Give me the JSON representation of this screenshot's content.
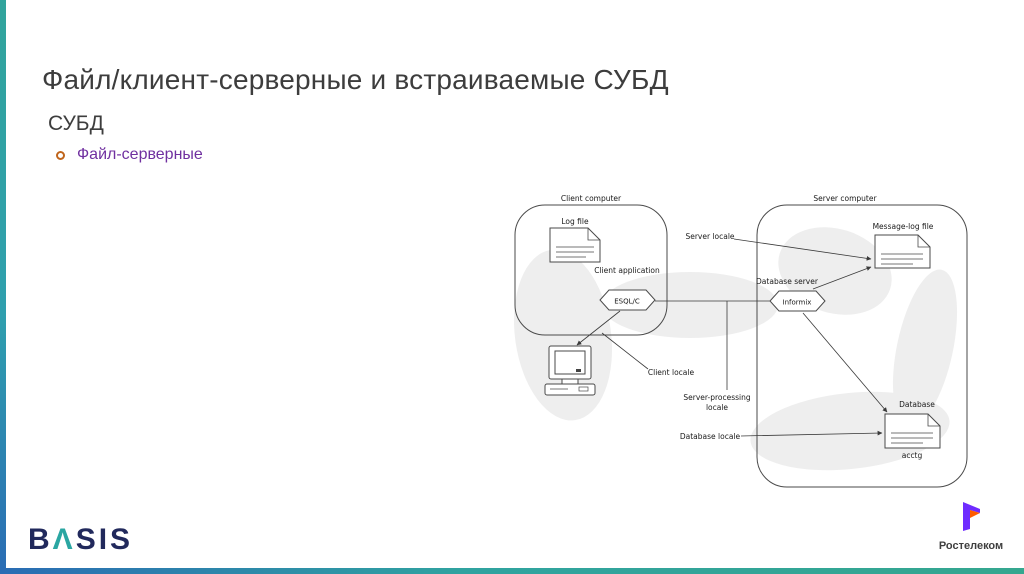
{
  "slide": {
    "title": "Файл/клиент-серверные и встраиваемые СУБД",
    "subtitle": "СУБД",
    "bullet_label": "Файл-серверные"
  },
  "diagram": {
    "client_computer": "Client computer",
    "log_file": "Log file",
    "client_application": "Client application",
    "esql": "ESQL/C",
    "server_computer": "Server computer",
    "message_log_file": "Message-log file",
    "database_server": "Database server",
    "informix": "Informix",
    "database": "Database",
    "database_name": "acctg",
    "server_locale": "Server locale",
    "client_locale": "Client locale",
    "server_processing_line1": "Server-processing",
    "server_processing_line2": "locale",
    "database_locale": "Database locale"
  },
  "footer": {
    "basis_b": "B",
    "basis_a": "Λ",
    "basis_sis": "SIS",
    "rostelecom": "Ростелеком"
  },
  "colors": {
    "accent_teal": "#2fa3a8",
    "accent_blue": "#2b6fb5",
    "bullet_text": "#7030a0",
    "bullet_marker": "#c0651c",
    "basis_navy": "#21295c",
    "rostelecom_purple": "#6f2cff",
    "rostelecom_orange": "#ff5c00"
  }
}
